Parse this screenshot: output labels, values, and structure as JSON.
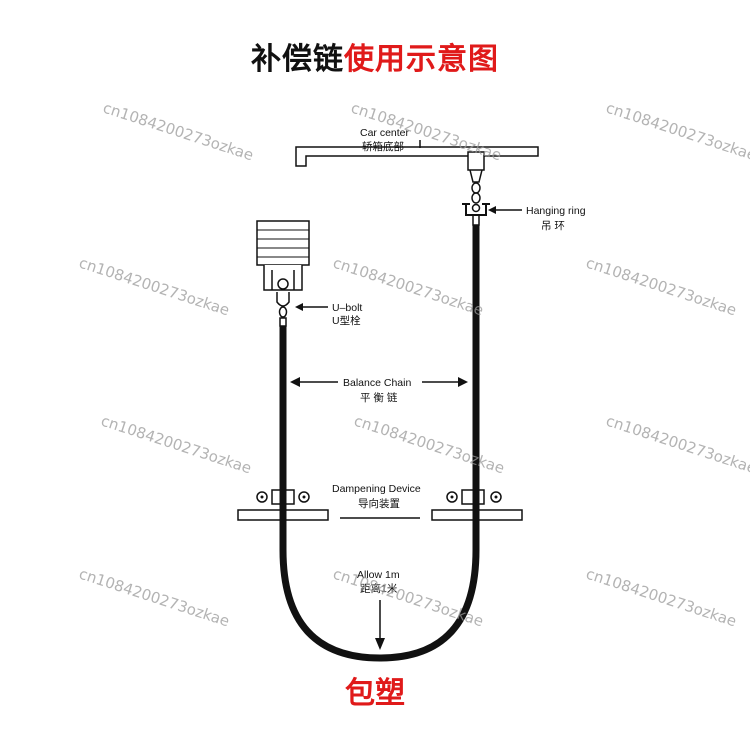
{
  "title": {
    "part1": "补偿链",
    "part2": "使用示意图"
  },
  "labels": {
    "car_center_en": "Car center",
    "car_center_cn": "轿箱底部",
    "hanging_ring_en": "Hanging ring",
    "hanging_ring_cn": "吊 环",
    "ubolt_en": "U–bolt",
    "ubolt_cn": "U型栓",
    "balance_chain_en": "Balance Chain",
    "balance_chain_cn": "平 衡 链",
    "dampening_en": "Dampening Device",
    "dampening_cn": "导向装置",
    "allow_en": "Allow 1m",
    "allow_cn": "距离1米"
  },
  "bottom_label": "包塑",
  "watermark": "cn1084200273ozkae",
  "colors": {
    "title_red": "#e01a1a",
    "line": "#111111",
    "watermark": "#9a9a9a"
  }
}
